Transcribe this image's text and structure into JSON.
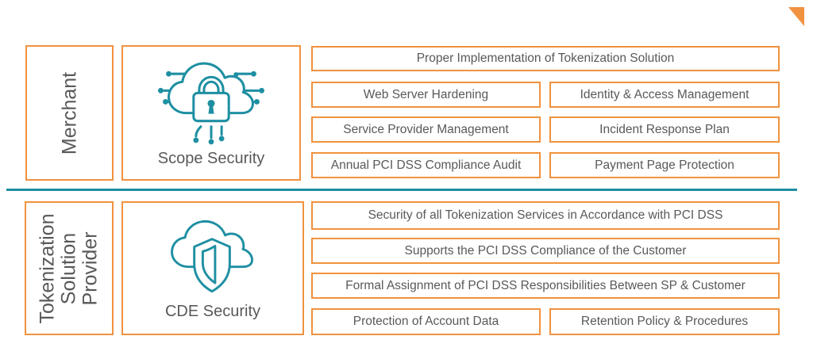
{
  "colors": {
    "orange": "#F0923F",
    "teal": "#1E8FA2",
    "text_gray": "#58595B",
    "background": "#FFFFFF"
  },
  "decorations": {
    "corner_triangle": "orange-corner-triangle",
    "divider": "teal-horizontal-divider"
  },
  "sections": [
    {
      "actor": "Merchant",
      "category": {
        "label": "Scope Security",
        "icon": "cloud-lock-circuit-icon"
      },
      "items": [
        {
          "label": "Proper Implementation of Tokenization Solution",
          "span": "full"
        },
        {
          "label": "Web Server Hardening",
          "span": "left"
        },
        {
          "label": "Identity & Access Management",
          "span": "right"
        },
        {
          "label": "Service Provider Management",
          "span": "left"
        },
        {
          "label": "Incident Response Plan",
          "span": "right"
        },
        {
          "label": "Annual PCI DSS Compliance Audit",
          "span": "left"
        },
        {
          "label": "Payment Page Protection",
          "span": "right"
        }
      ]
    },
    {
      "actor": "Tokenization Solution Provider",
      "category": {
        "label": "CDE Security",
        "icon": "cloud-shield-icon"
      },
      "items": [
        {
          "label": "Security of all Tokenization Services in Accordance with PCI DSS",
          "span": "full"
        },
        {
          "label": "Supports the PCI DSS Compliance of the Customer",
          "span": "full"
        },
        {
          "label": "Formal Assignment of PCI DSS Responsibilities Between SP & Customer",
          "span": "full"
        },
        {
          "label": "Protection of Account Data",
          "span": "left"
        },
        {
          "label": "Retention Policy & Procedures",
          "span": "right"
        }
      ]
    }
  ]
}
